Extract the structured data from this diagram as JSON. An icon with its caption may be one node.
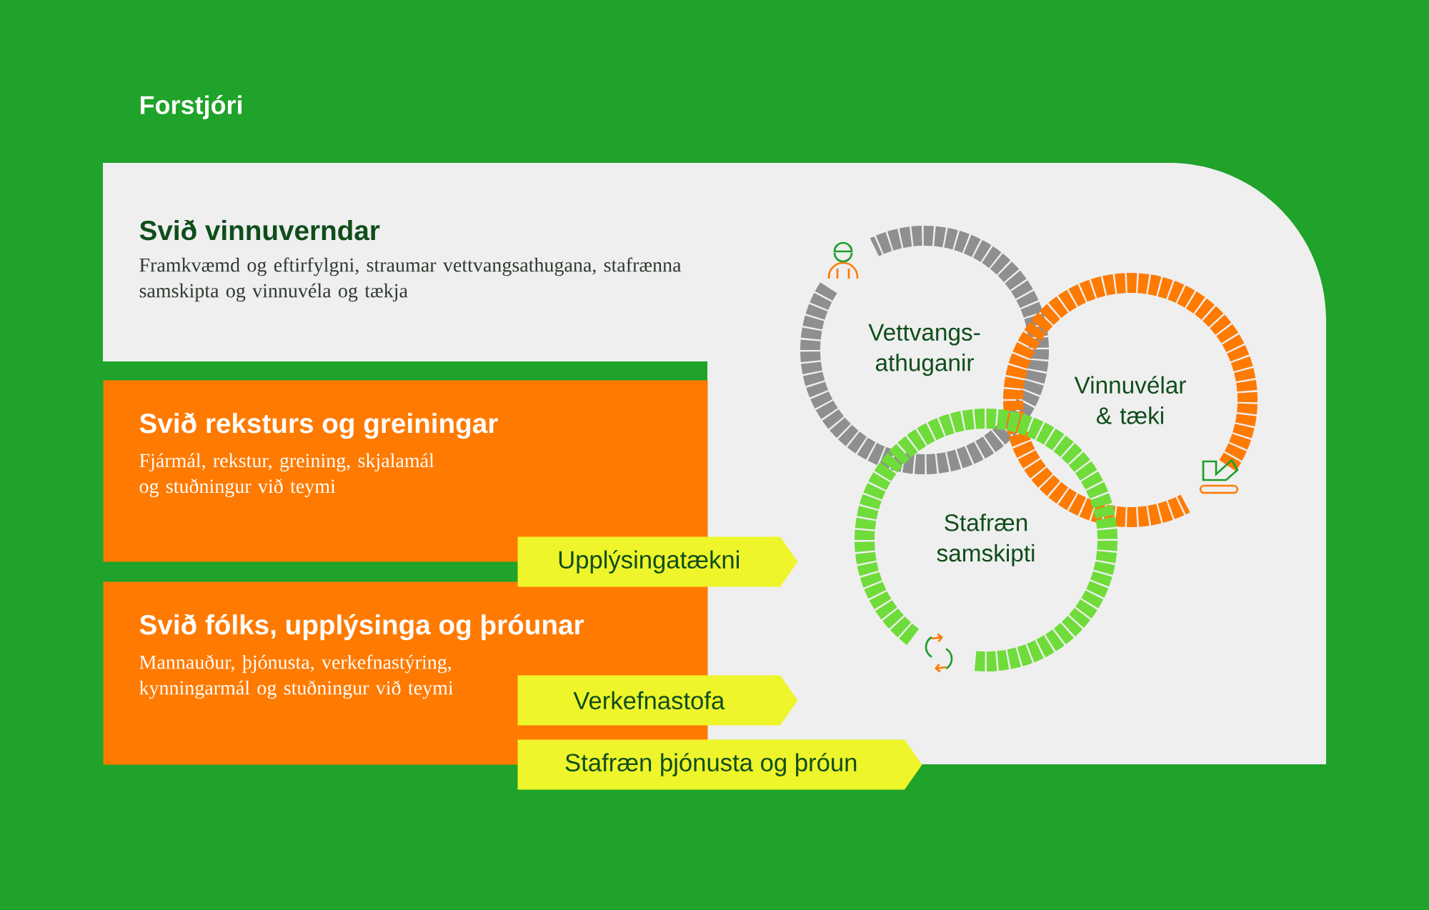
{
  "diagram": {
    "title": "Forstjóri",
    "nodes": [
      {
        "text": [
          "Svið vinnuverndar",
          "Framkvæmd og eftirfylgni, straumar vettvangsathugana, stafrænna samskipta og vinnuvéla og tækja"
        ]
      },
      {
        "text": [
          "Svið reksturs og greiningar",
          "Fjármál, rekstur, greining, skjalamál og stuðningur við teymi"
        ]
      },
      {
        "text": [
          "Svið fólks, upplýsinga og þróunar",
          "Mannauður, þjónusta, verkefnastýring, kynningarmál og stuðningur við teymi"
        ]
      },
      {
        "text": [
          "Upplýsingatækni"
        ]
      },
      {
        "text": [
          "Verkefnastofa"
        ]
      },
      {
        "text": [
          "Stafræn þjónusta og þróun"
        ]
      },
      {
        "text": [
          "Vettvangs- athuganir"
        ],
        "in": 0
      },
      {
        "text": [
          "Vinnuvélar & tæki"
        ],
        "in": 0
      },
      {
        "text": [
          "Stafræn samskipti"
        ],
        "in": 0
      }
    ]
  }
}
